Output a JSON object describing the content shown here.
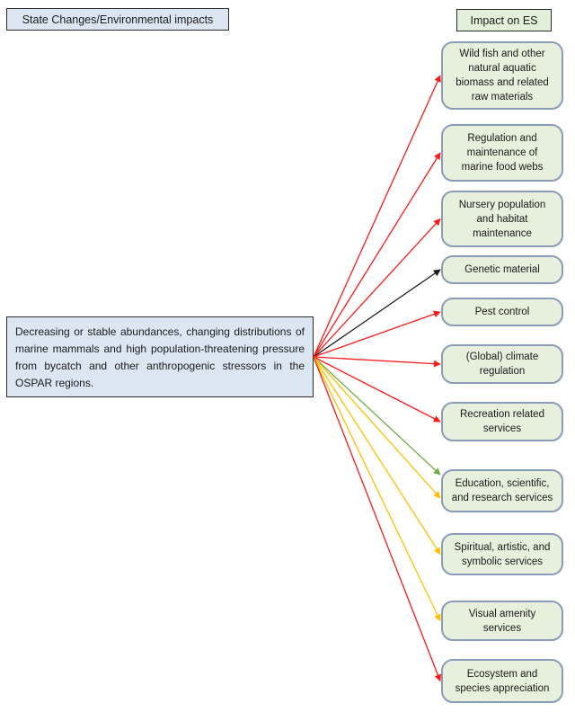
{
  "headers": {
    "left": "State Changes/Environmental impacts",
    "right": "Impact on ES"
  },
  "source": {
    "text": "Decreasing or stable abundances, changing distributions of marine mammals and high population-threatening pressure from bycatch and other anthropogenic stressors in the OSPAR regions."
  },
  "services": [
    {
      "label": "Wild fish and other natural aquatic biomass and related raw materials"
    },
    {
      "label": "Regulation and maintenance of marine food webs"
    },
    {
      "label": "Nursery population and habitat maintenance"
    },
    {
      "label": "Genetic material"
    },
    {
      "label": "Pest control"
    },
    {
      "label": "(Global) climate regulation"
    },
    {
      "label": "Recreation related services"
    },
    {
      "label": "Education, scientific, and research services"
    },
    {
      "label": "Spiritual, artistic, and symbolic services"
    },
    {
      "label": "Visual amenity services"
    },
    {
      "label": "Ecosystem and species appreciation"
    }
  ],
  "arrows": [
    {
      "to": 0,
      "color": "red"
    },
    {
      "to": 1,
      "color": "red"
    },
    {
      "to": 2,
      "color": "red"
    },
    {
      "to": 3,
      "color": "black"
    },
    {
      "to": 4,
      "color": "red"
    },
    {
      "to": 5,
      "color": "red"
    },
    {
      "to": 6,
      "color": "red"
    },
    {
      "to": 7,
      "color": "green",
      "anchor": "top"
    },
    {
      "to": 7,
      "color": "yellow",
      "anchor": "low"
    },
    {
      "to": 8,
      "color": "yellow"
    },
    {
      "to": 9,
      "color": "yellow"
    },
    {
      "to": 10,
      "color": "red"
    }
  ],
  "colors": {
    "red": "#ff1a1a",
    "black": "#1a1a1a",
    "green": "#70ad47",
    "yellow": "#ffc000",
    "service_fill": "#e6f0dd",
    "service_border": "#8a9cb9",
    "header_blue_fill": "#dce6f2",
    "header_green_fill": "#e2efd9"
  }
}
